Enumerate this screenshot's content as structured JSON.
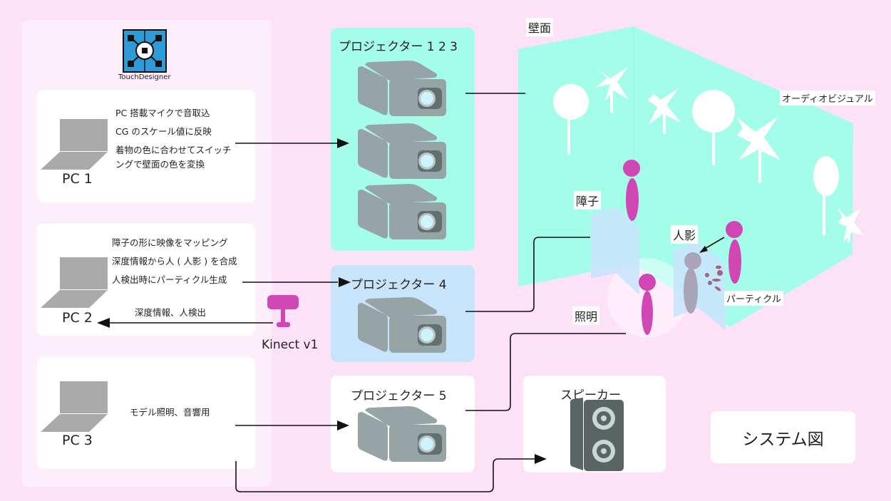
{
  "diagram": {
    "title": "システム図",
    "software": {
      "name": "TouchDesigner",
      "icon": "touchdesigner-logo-icon"
    },
    "pcs": [
      {
        "label": "PC 1",
        "icon": "laptop-icon",
        "description": [
          "PC 搭載マイクで音取込",
          "CG のスケール値に反映",
          "着物の色に合わせてスイッチ",
          "ングで壁面の色を変換"
        ]
      },
      {
        "label": "PC 2",
        "icon": "laptop-icon",
        "description": [
          "障子の形に映像をマッピング",
          "深度情報から人 ( 人影 ) を合成",
          "人検出時にパーティクル生成"
        ]
      },
      {
        "label": "PC 3",
        "icon": "laptop-icon",
        "description": [
          "モデル照明、音響用"
        ]
      }
    ],
    "projectors": [
      {
        "label": "プロジェクター 1 2 3",
        "count": 3,
        "color": "#a3fde9"
      },
      {
        "label": "プロジェクター 4",
        "count": 1,
        "color": "#c8e4fb"
      },
      {
        "label": "プロジェクター 5",
        "count": 1,
        "color": "#ffffff"
      }
    ],
    "sensor": {
      "label": "Kinect v1",
      "flow_label": "深度情報、人検出",
      "color": "#d046b3"
    },
    "speaker": {
      "label": "スピーカー"
    },
    "scene": {
      "wall_label": "壁面",
      "audiovisual_label": "オーディオビジュアル",
      "shoji_label": "障子",
      "shadow_label": "人影",
      "particle_label": "パーティクル",
      "lighting_label": "照明"
    },
    "colors": {
      "background": "#fde1f7",
      "wall": "#a3fde9",
      "person": "#d046b3",
      "shoji": "#c8e4fb",
      "projector_body": "#97a4a6",
      "speaker_body": "#5a6464"
    }
  }
}
